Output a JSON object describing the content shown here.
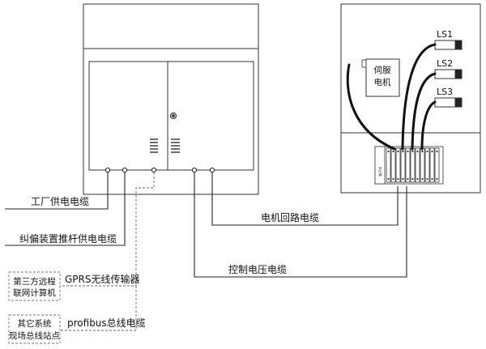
{
  "labels": {
    "factory_power_cable": "工厂供电电缆",
    "pusher_power_cable": "纠偏装置推杆供电电缆",
    "gprs_transmitter": "GPRS无线传输器",
    "profibus_cable": "profibus总线电缆",
    "motor_loop_cable": "电机回路电缆",
    "control_voltage_cable": "控制电压电缆",
    "servo_motor_line1": "伺服",
    "servo_motor_line2": "电机",
    "ls1": "LS1",
    "ls2": "LS2",
    "ls3": "LS3",
    "terminal_block": "端子排"
  },
  "boxes": {
    "remote_computer_line1": "第三方远程",
    "remote_computer_line2": "联网计算机",
    "other_system_line1": "其它系统",
    "other_system_line2": "现场总线站点"
  }
}
